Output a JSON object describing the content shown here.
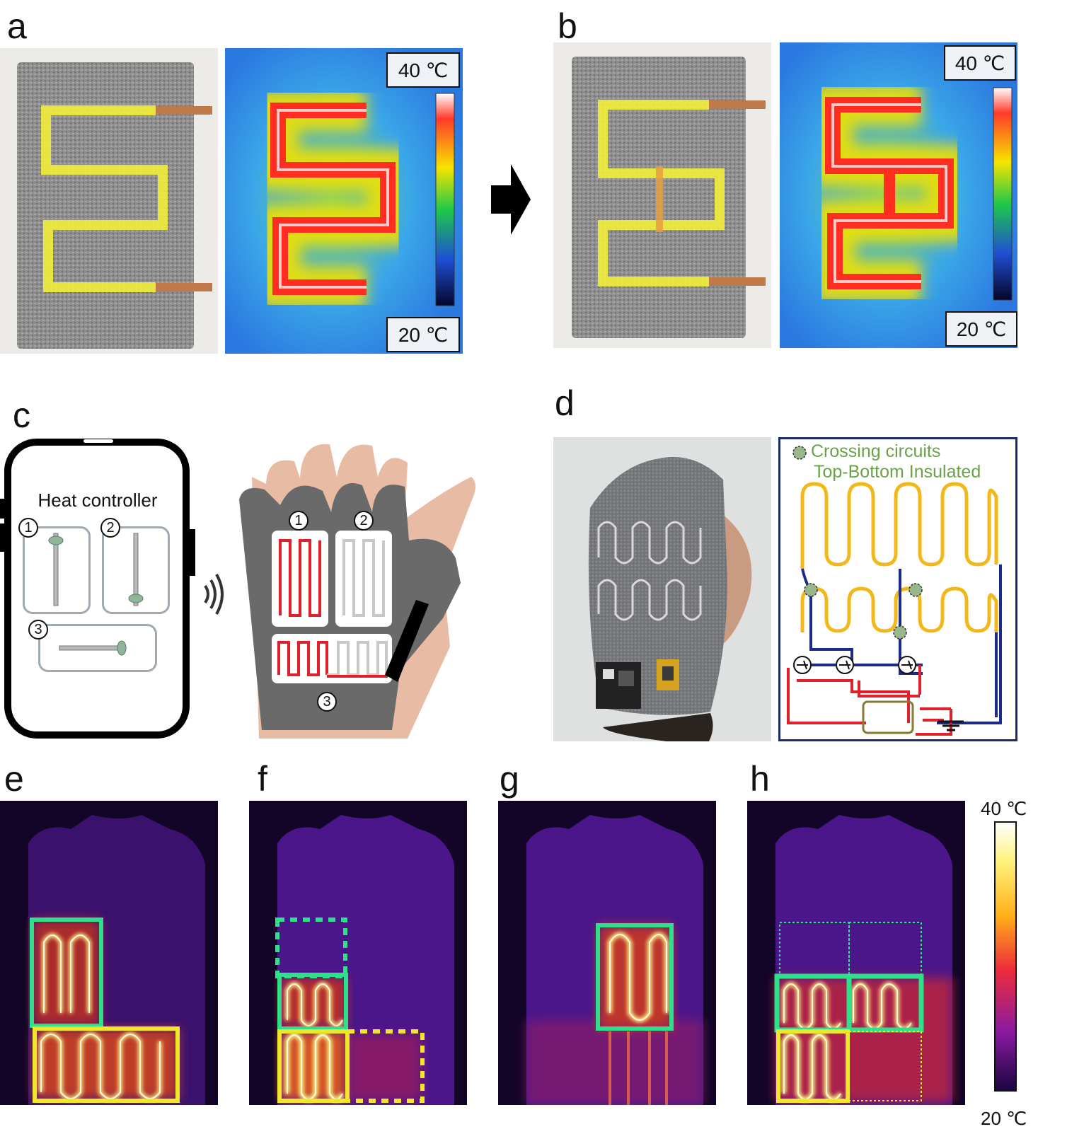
{
  "panels": {
    "a": {
      "label": "a"
    },
    "b": {
      "label": "b"
    },
    "c": {
      "label": "c"
    },
    "d": {
      "label": "d"
    },
    "e": {
      "label": "e"
    },
    "f": {
      "label": "f"
    },
    "g": {
      "label": "g"
    },
    "h": {
      "label": "h"
    }
  },
  "thermal_scale": {
    "max": "40 ℃",
    "min": "20 ℃"
  },
  "phone": {
    "title": "Heat controller",
    "sliders": [
      {
        "number": "1"
      },
      {
        "number": "2"
      },
      {
        "number": "3"
      }
    ]
  },
  "glove_zones": [
    {
      "number": "1"
    },
    {
      "number": "2"
    },
    {
      "number": "3"
    }
  ],
  "circuit": {
    "legend_line1": "Crossing circuits",
    "legend_line2": "Top-Bottom Insulated"
  },
  "colors": {
    "heater_highlight": "#f2ee3a",
    "active_zone": "#2de08a",
    "aux_zone": "#f0e62a",
    "trace_top": "#f2b81a",
    "trace_bottom": "#1c2a8c",
    "trace_red": "#e0202a"
  }
}
